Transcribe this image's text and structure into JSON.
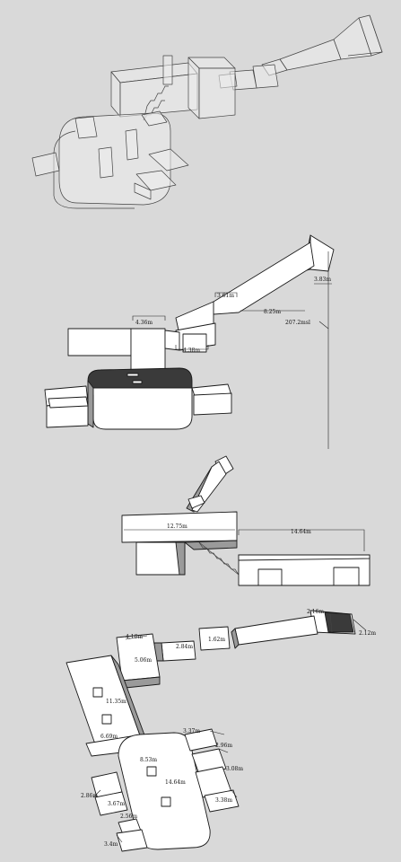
{
  "diagram": {
    "section1": {
      "labels": []
    },
    "section2": {
      "labels": [
        {
          "key": "d1",
          "text": "4.36m"
        },
        {
          "key": "d2",
          "text": "4.38m"
        },
        {
          "key": "d3",
          "text": "3.61m"
        },
        {
          "key": "d4",
          "text": "8.25m"
        },
        {
          "key": "d5",
          "text": "3.83m"
        },
        {
          "key": "d6",
          "text": "207.2msl"
        }
      ]
    },
    "section3": {
      "labels": [
        {
          "key": "d1",
          "text": "12.75m"
        },
        {
          "key": "d2",
          "text": "14.64m"
        }
      ]
    },
    "section4": {
      "labels": [
        {
          "key": "d1",
          "text": "2.16m"
        },
        {
          "key": "d2",
          "text": "2.12m"
        },
        {
          "key": "d3",
          "text": "4.16m"
        },
        {
          "key": "d4",
          "text": "2.84m"
        },
        {
          "key": "d5",
          "text": "1.62m"
        },
        {
          "key": "d6",
          "text": "5.06m"
        },
        {
          "key": "d7",
          "text": "11.35m"
        },
        {
          "key": "d8",
          "text": "6.69m"
        },
        {
          "key": "d9",
          "text": "8.53m"
        },
        {
          "key": "d10",
          "text": "3.37m"
        },
        {
          "key": "d11",
          "text": "2.96m"
        },
        {
          "key": "d12",
          "text": "3.08m"
        },
        {
          "key": "d13",
          "text": "14.64m"
        },
        {
          "key": "d14",
          "text": "3.38m"
        },
        {
          "key": "d15",
          "text": "2.86m"
        },
        {
          "key": "d16",
          "text": "3.67m"
        },
        {
          "key": "d17",
          "text": "2.56m"
        },
        {
          "key": "d18",
          "text": "3.4m"
        }
      ]
    }
  }
}
